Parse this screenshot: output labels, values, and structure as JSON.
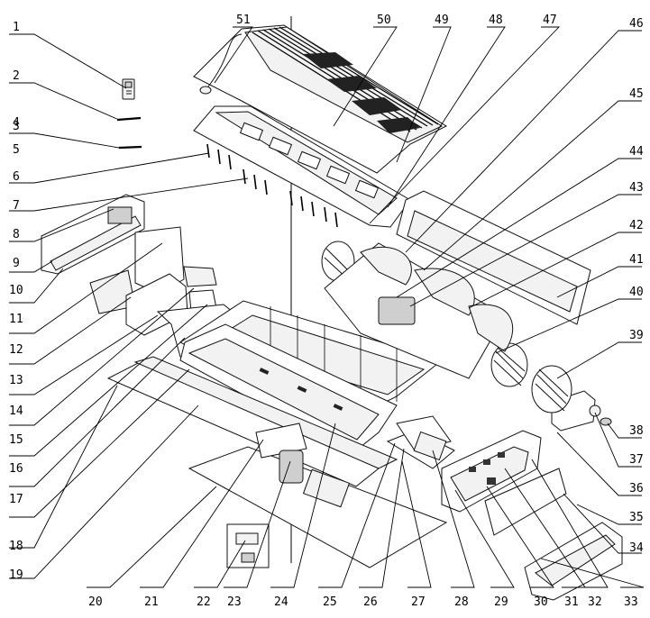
{
  "figure": {
    "type": "exploded-parts-diagram",
    "callouts": [
      "1",
      "2",
      "3",
      "4",
      "5",
      "6",
      "7",
      "8",
      "9",
      "10",
      "11",
      "12",
      "13",
      "14",
      "15",
      "16",
      "17",
      "18",
      "19",
      "20",
      "21",
      "22",
      "23",
      "24",
      "25",
      "26",
      "27",
      "28",
      "29",
      "30",
      "31",
      "32",
      "33",
      "34",
      "35",
      "36",
      "37",
      "38",
      "39",
      "40",
      "41",
      "42",
      "43",
      "44",
      "45",
      "46",
      "47",
      "48",
      "49",
      "50",
      "51"
    ]
  }
}
